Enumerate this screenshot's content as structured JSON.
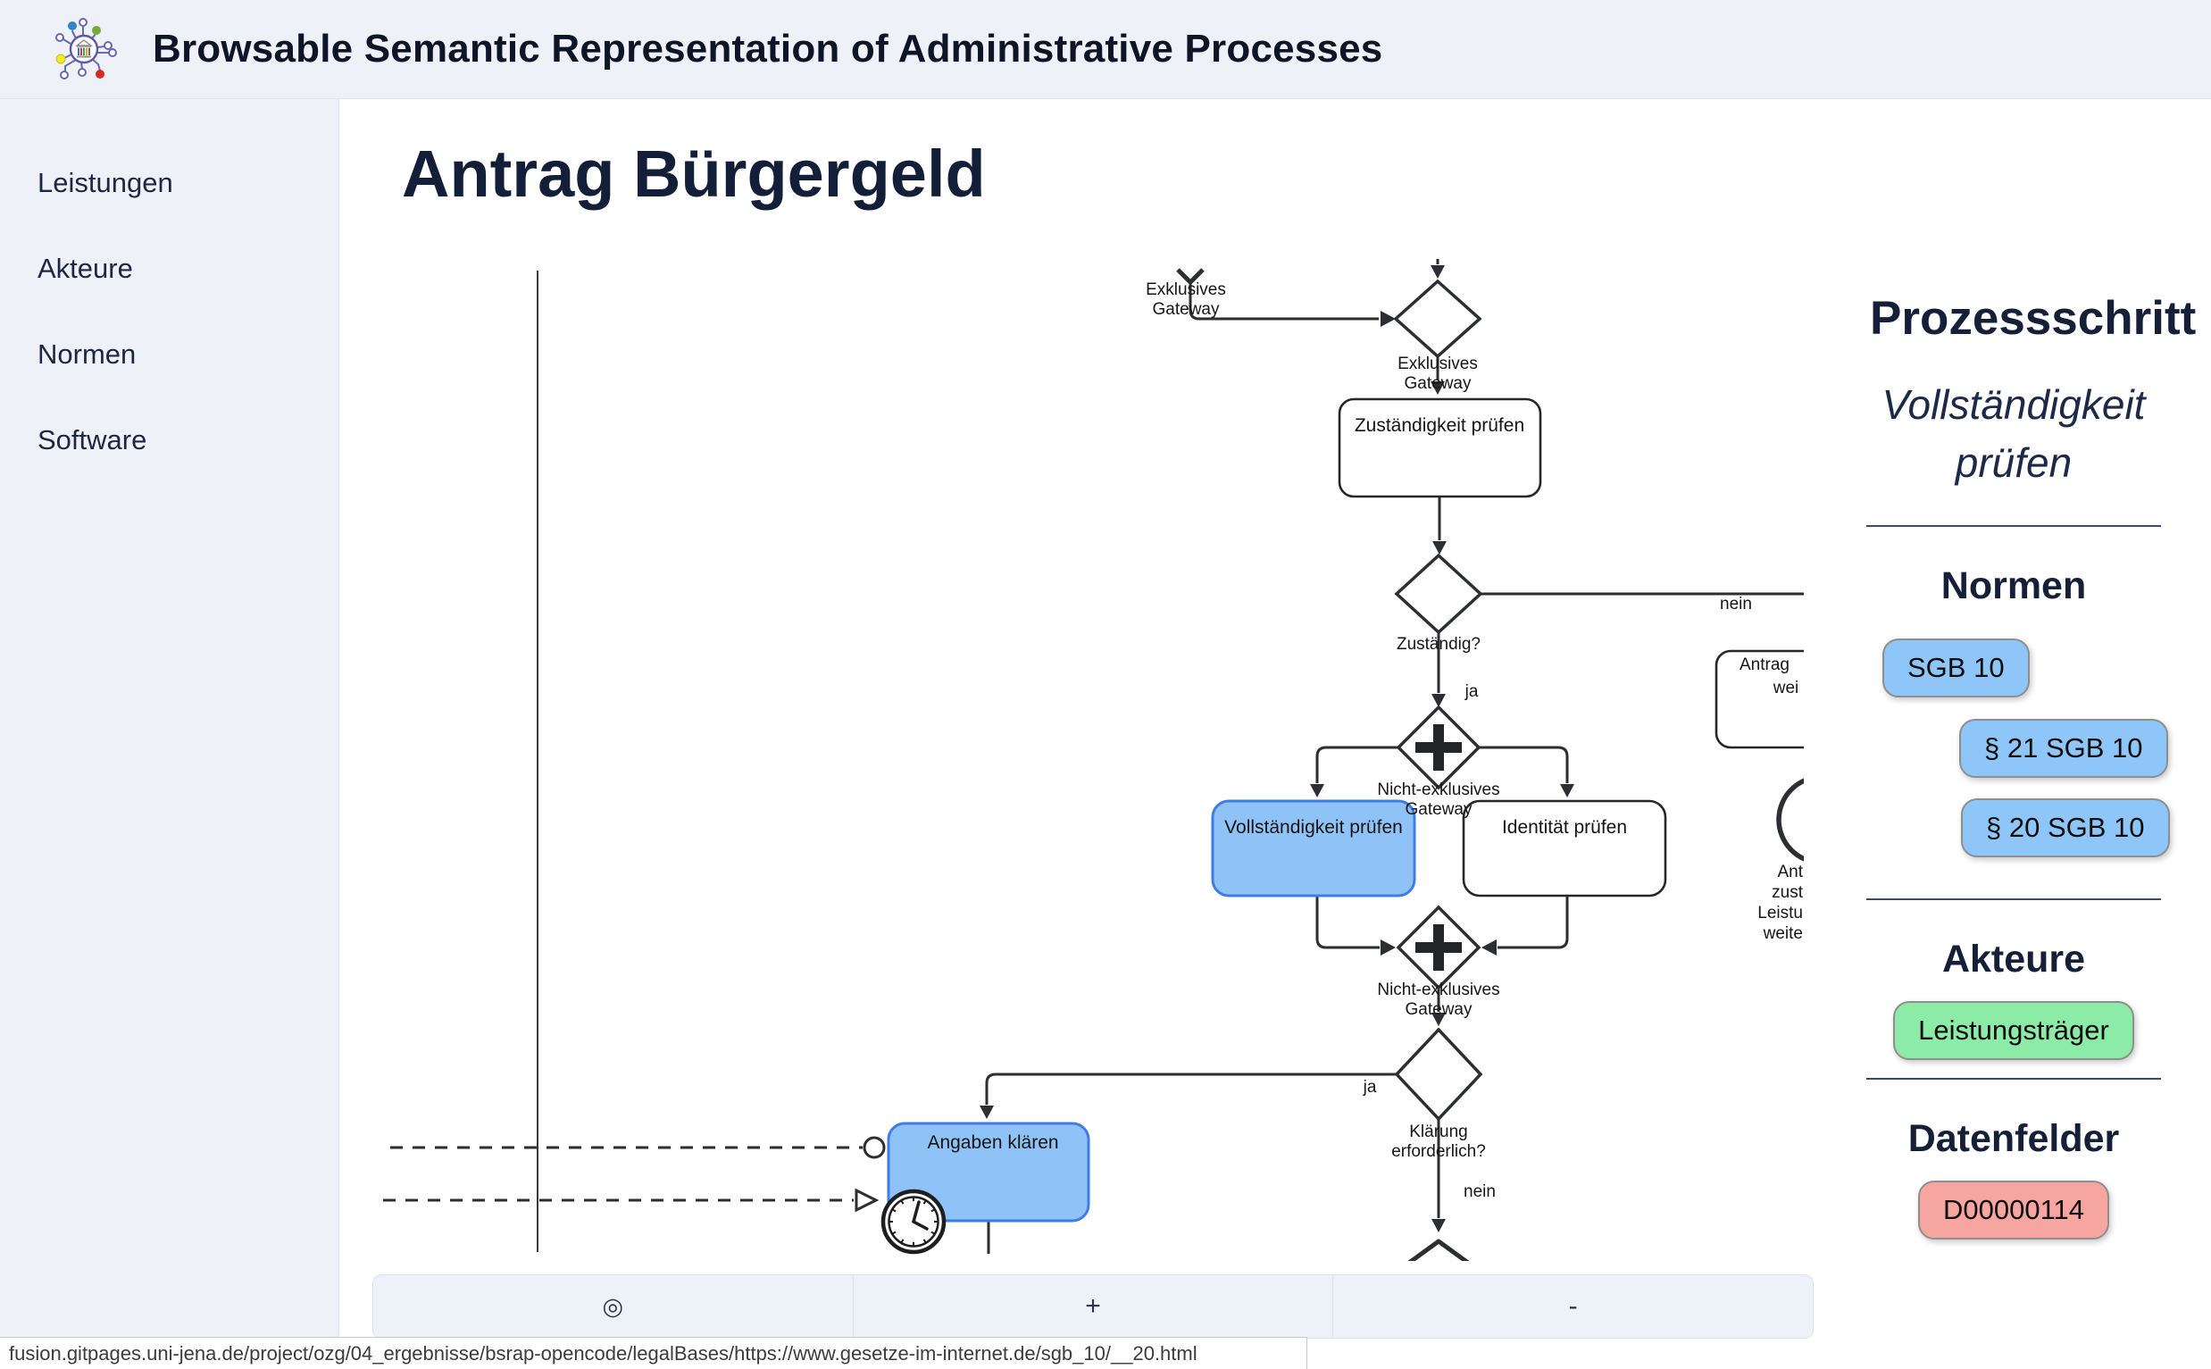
{
  "header": {
    "title": "Browsable Semantic Representation of Administrative Processes"
  },
  "sidebar": {
    "items": [
      {
        "label": "Leistungen"
      },
      {
        "label": "Akteure"
      },
      {
        "label": "Normen"
      },
      {
        "label": "Software"
      }
    ]
  },
  "main": {
    "heading": "Antrag Bürgergeld"
  },
  "diagram": {
    "incoming_flow_label": {
      "line1": "Exklusives",
      "line2": "Gateway"
    },
    "gateway_exclusive": {
      "line1": "Exklusives",
      "line2": "Gateway"
    },
    "task_zustaendigkeit": "Zuständigkeit prüfen",
    "decision_zustaendig": "Zuständig?",
    "label_nein": "nein",
    "task_antrag": {
      "line1": "Antrag",
      "line2": "wei"
    },
    "label_ja": "ja",
    "gateway_parallel_top": {
      "line1": "Nicht-exklusives",
      "line2": "Gateway"
    },
    "task_vollstaendigkeit": "Vollständigkeit prüfen",
    "task_identitaet": "Identität prüfen",
    "gateway_parallel_bottom": {
      "line1": "Nicht-exklusives",
      "line2": "Gateway"
    },
    "decision_klaerung": {
      "line1": "Klärung",
      "line2": "erforderlich?"
    },
    "label_ja2": "ja",
    "label_nein2": "nein",
    "task_angaben": "Angaben klären",
    "event_label_fragments": {
      "l1": "Ant",
      "l2": "zust",
      "l3": "Leistu",
      "l4": "weite"
    },
    "highlight_fill": "#8FC3F7",
    "highlight_stroke": "#3D7DE4"
  },
  "panel": {
    "title": "Prozessschritt",
    "subtitle": "Vollständigkeit prüfen",
    "sections": [
      {
        "heading": "Normen",
        "badges": [
          {
            "label": "SGB 10",
            "color": "#8FC6F9"
          },
          {
            "label": "§ 21 SGB 10",
            "color": "#8FC6F9"
          },
          {
            "label": "§ 20 SGB 10",
            "color": "#8FC6F9"
          }
        ]
      },
      {
        "heading": "Akteure",
        "badges": [
          {
            "label": "Leistungsträger",
            "color": "#8BEBA7"
          }
        ]
      },
      {
        "heading": "Datenfelder",
        "badges": [
          {
            "label": "D00000114",
            "color": "#F7A5A1"
          }
        ]
      }
    ]
  },
  "toolbar": {
    "buttons": [
      {
        "name": "reset-zoom",
        "glyph": "◎"
      },
      {
        "name": "zoom-in",
        "glyph": "+"
      },
      {
        "name": "zoom-out",
        "glyph": "-"
      }
    ]
  },
  "statusbar": {
    "url": "fusion.gitpages.uni-jena.de/project/ozg/04_ergebnisse/bsrap-opencode/legalBases/https://www.gesetze-im-internet.de/sgb_10/__20.html"
  }
}
